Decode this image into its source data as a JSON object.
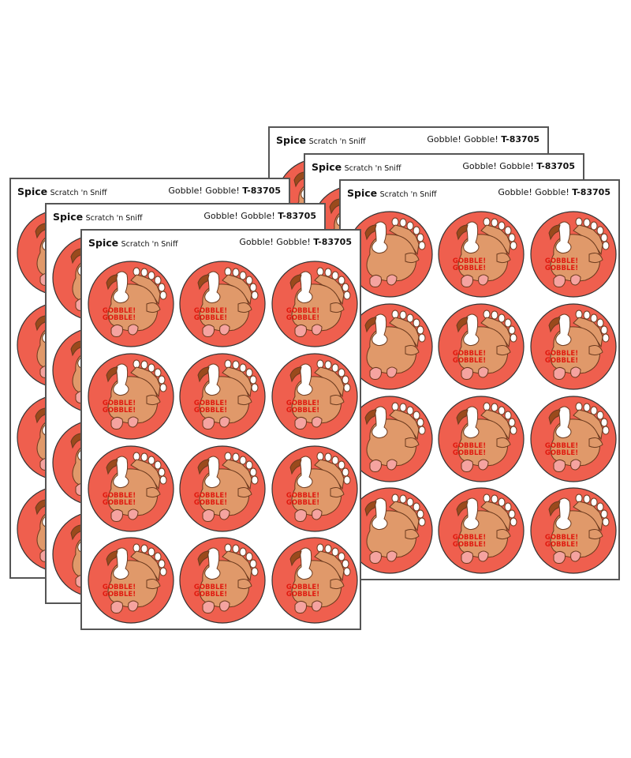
{
  "colors": {
    "sticker_bg": "#ef5f4e",
    "turkey_body": "#e0996a",
    "text_red": "#e01b10",
    "sheet_border": "#555555"
  },
  "sheets": [
    {
      "brand": "Spice",
      "kind": "Scratch 'n Sniff",
      "title": "Gobble! Gobble!",
      "code": "T-83705"
    },
    {
      "brand": "Spice",
      "kind": "Scratch 'n Sniff",
      "title": "Gobble! Gobble!",
      "code": "T-83705"
    },
    {
      "brand": "Spice",
      "kind": "Scratch 'n Sniff",
      "title": "Gobble! Gobble!",
      "code": "T-83705"
    },
    {
      "brand": "Spice",
      "kind": "Scratch 'n Sniff",
      "title": "Gobble! Gobble!",
      "code": "T-83705"
    },
    {
      "brand": "Spice",
      "kind": "Scratch 'n Sniff",
      "title": "Gobble! Gobble!",
      "code": "T-83705"
    },
    {
      "brand": "Spice",
      "kind": "Scratch 'n Sniff",
      "title": "Gobble! Gobble!",
      "code": "T-83705"
    }
  ],
  "sticker": {
    "line1": "GOBBLE!",
    "line2": "GOBBLE!",
    "grid": {
      "columns": 3,
      "rows": 4
    }
  }
}
